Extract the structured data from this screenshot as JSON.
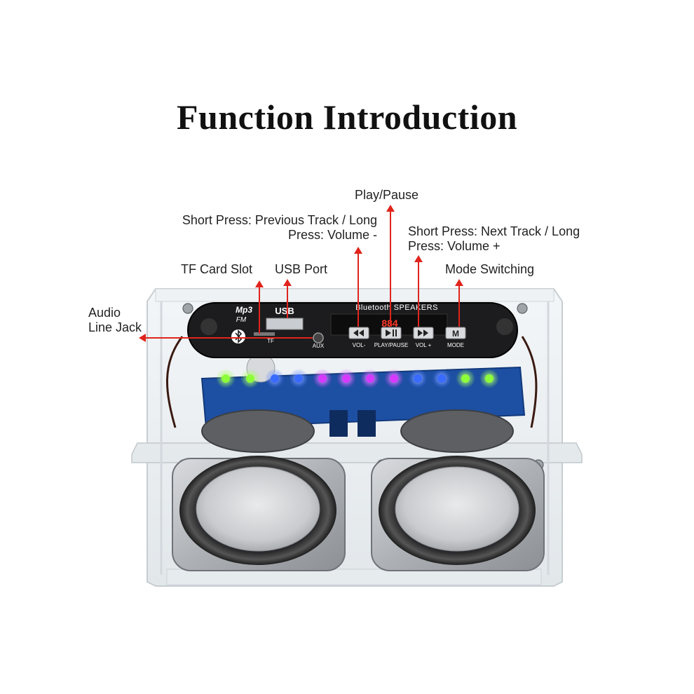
{
  "title": "Function Introduction",
  "labels": {
    "play_pause": "Play/Pause",
    "prev_line1": "Short Press: Previous Track / Long",
    "prev_line2": "Press: Volume -",
    "next_line1": "Short Press: Next Track / Long",
    "next_line2": "Press: Volume +",
    "tf_slot": "TF Card Slot",
    "usb_port": "USB Port",
    "mode_switching": "Mode Switching",
    "audio_line1": "Audio",
    "audio_line2": "Line Jack"
  },
  "panel": {
    "mp3": "Mp3",
    "fm": "FM",
    "usb": "USB",
    "tf": "TF",
    "aux": "AUX",
    "brand": "Bluetooth SPEAKERS",
    "display": "884",
    "btn_vol_minus": "VOL-",
    "btn_play_pause": "PLAY/PAUSE",
    "btn_vol_plus": "VOL +",
    "btn_mode": "MODE"
  },
  "colors": {
    "arrow": "#e0241c",
    "panel": "#1c1c1e",
    "pcb": "#1d4fa3",
    "display": "#ff3b2a",
    "led_green": "#8cff3a",
    "led_blue": "#3a6bff",
    "led_purple": "#d63aff"
  },
  "icons": [
    "bluetooth-icon",
    "prev-track-icon",
    "play-pause-icon",
    "next-track-icon",
    "mode-icon"
  ]
}
